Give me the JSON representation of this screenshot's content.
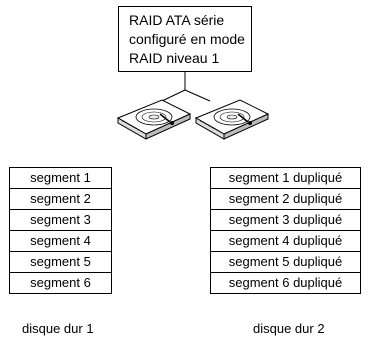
{
  "title_box": {
    "lines": [
      "RAID ATA série",
      "configuré en mode",
      "RAID niveau 1"
    ]
  },
  "disk_1": {
    "label": "disque dur 1",
    "segments": [
      "segment 1",
      "segment 2",
      "segment 3",
      "segment 4",
      "segment 5",
      "segment 6"
    ]
  },
  "disk_2": {
    "label": "disque dur 2",
    "segments": [
      "segment 1 dupliqué",
      "segment 2 dupliqué",
      "segment 3 dupliqué",
      "segment 4 dupliqué",
      "segment 5 dupliqué",
      "segment 6 dupliqué"
    ]
  }
}
